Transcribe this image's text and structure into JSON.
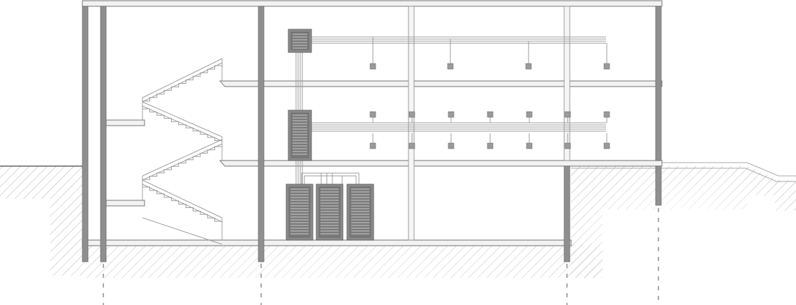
{
  "diagram": {
    "kind": "building-section",
    "floors": 3,
    "server_racks_ground_floor": 3,
    "distribution_cabinets": 2,
    "outlet_rows": 3,
    "outlets_per_row": [
      4,
      7,
      7
    ],
    "icons": [
      "rack-icon",
      "cabinet-icon",
      "outlet-node-icon",
      "staircase-icon",
      "ground-hatch-icon"
    ],
    "colors": {
      "structure": "#8f8f8f",
      "slab": "#f2f2f2",
      "cable": "#9c9c9c",
      "ground": "#444444"
    }
  }
}
